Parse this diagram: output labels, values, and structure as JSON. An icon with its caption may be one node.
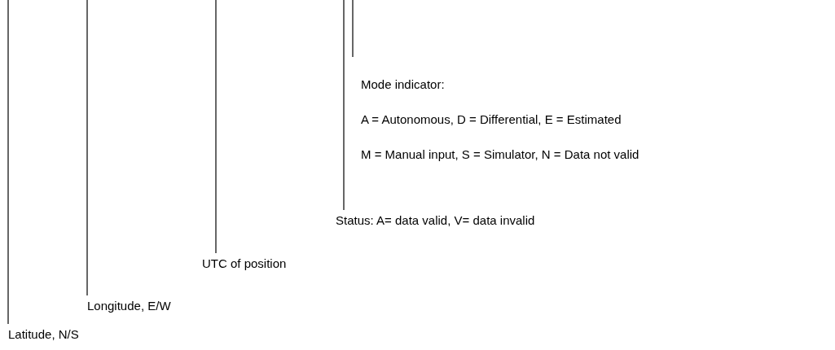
{
  "diagram": {
    "nodes": [
      {
        "text": [
          "Mode indicator:",
          "A = Autonomous, D = Differential, E = Estimated",
          "M = Manual input, S = Simulator, N = Data not valid"
        ]
      },
      {
        "text": [
          "Status: A= data valid, V= data invalid"
        ]
      },
      {
        "text": [
          "UTC of position"
        ]
      },
      {
        "text": [
          "Longitude, E/W"
        ]
      },
      {
        "text": [
          "Latitude, N/S"
        ]
      }
    ],
    "edges": [
      {
        "from": 0,
        "to": null,
        "arrow": "none"
      },
      {
        "from": 1,
        "to": null,
        "arrow": "none"
      },
      {
        "from": 2,
        "to": null,
        "arrow": "none"
      },
      {
        "from": 3,
        "to": null,
        "arrow": "none"
      },
      {
        "from": 4,
        "to": null,
        "arrow": "none"
      }
    ]
  }
}
